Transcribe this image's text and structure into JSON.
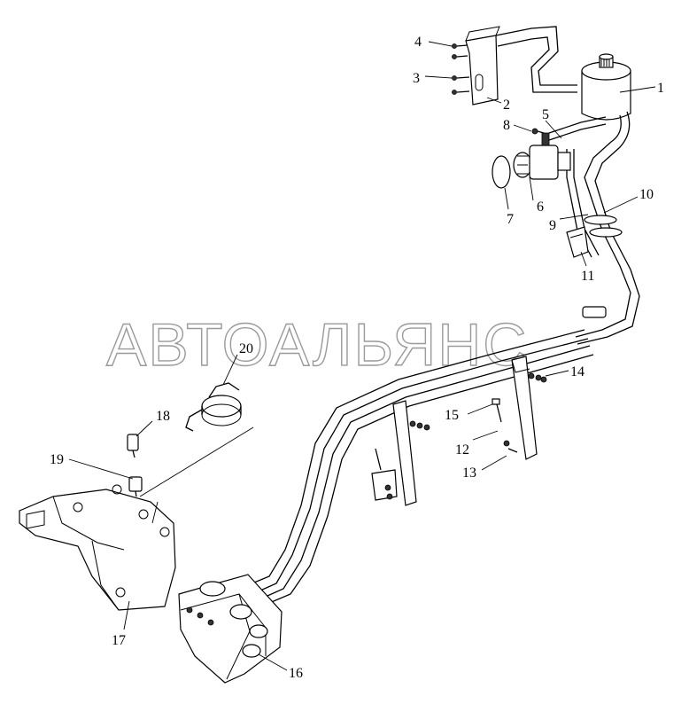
{
  "watermark": "АВТОАЛЬЯНС",
  "callouts": [
    {
      "id": "1",
      "text": "1"
    },
    {
      "id": "2",
      "text": "2"
    },
    {
      "id": "3",
      "text": "3"
    },
    {
      "id": "4",
      "text": "4"
    },
    {
      "id": "5",
      "text": "5"
    },
    {
      "id": "6",
      "text": "6"
    },
    {
      "id": "7",
      "text": "7"
    },
    {
      "id": "8",
      "text": "8"
    },
    {
      "id": "9",
      "text": "9"
    },
    {
      "id": "10",
      "text": "10"
    },
    {
      "id": "11",
      "text": "11"
    },
    {
      "id": "12",
      "text": "12"
    },
    {
      "id": "13",
      "text": "13"
    },
    {
      "id": "14",
      "text": "14"
    },
    {
      "id": "15",
      "text": "15"
    },
    {
      "id": "16",
      "text": "16"
    },
    {
      "id": "17",
      "text": "17"
    },
    {
      "id": "18",
      "text": "18"
    },
    {
      "id": "19",
      "text": "19"
    },
    {
      "id": "20",
      "text": "20"
    }
  ]
}
